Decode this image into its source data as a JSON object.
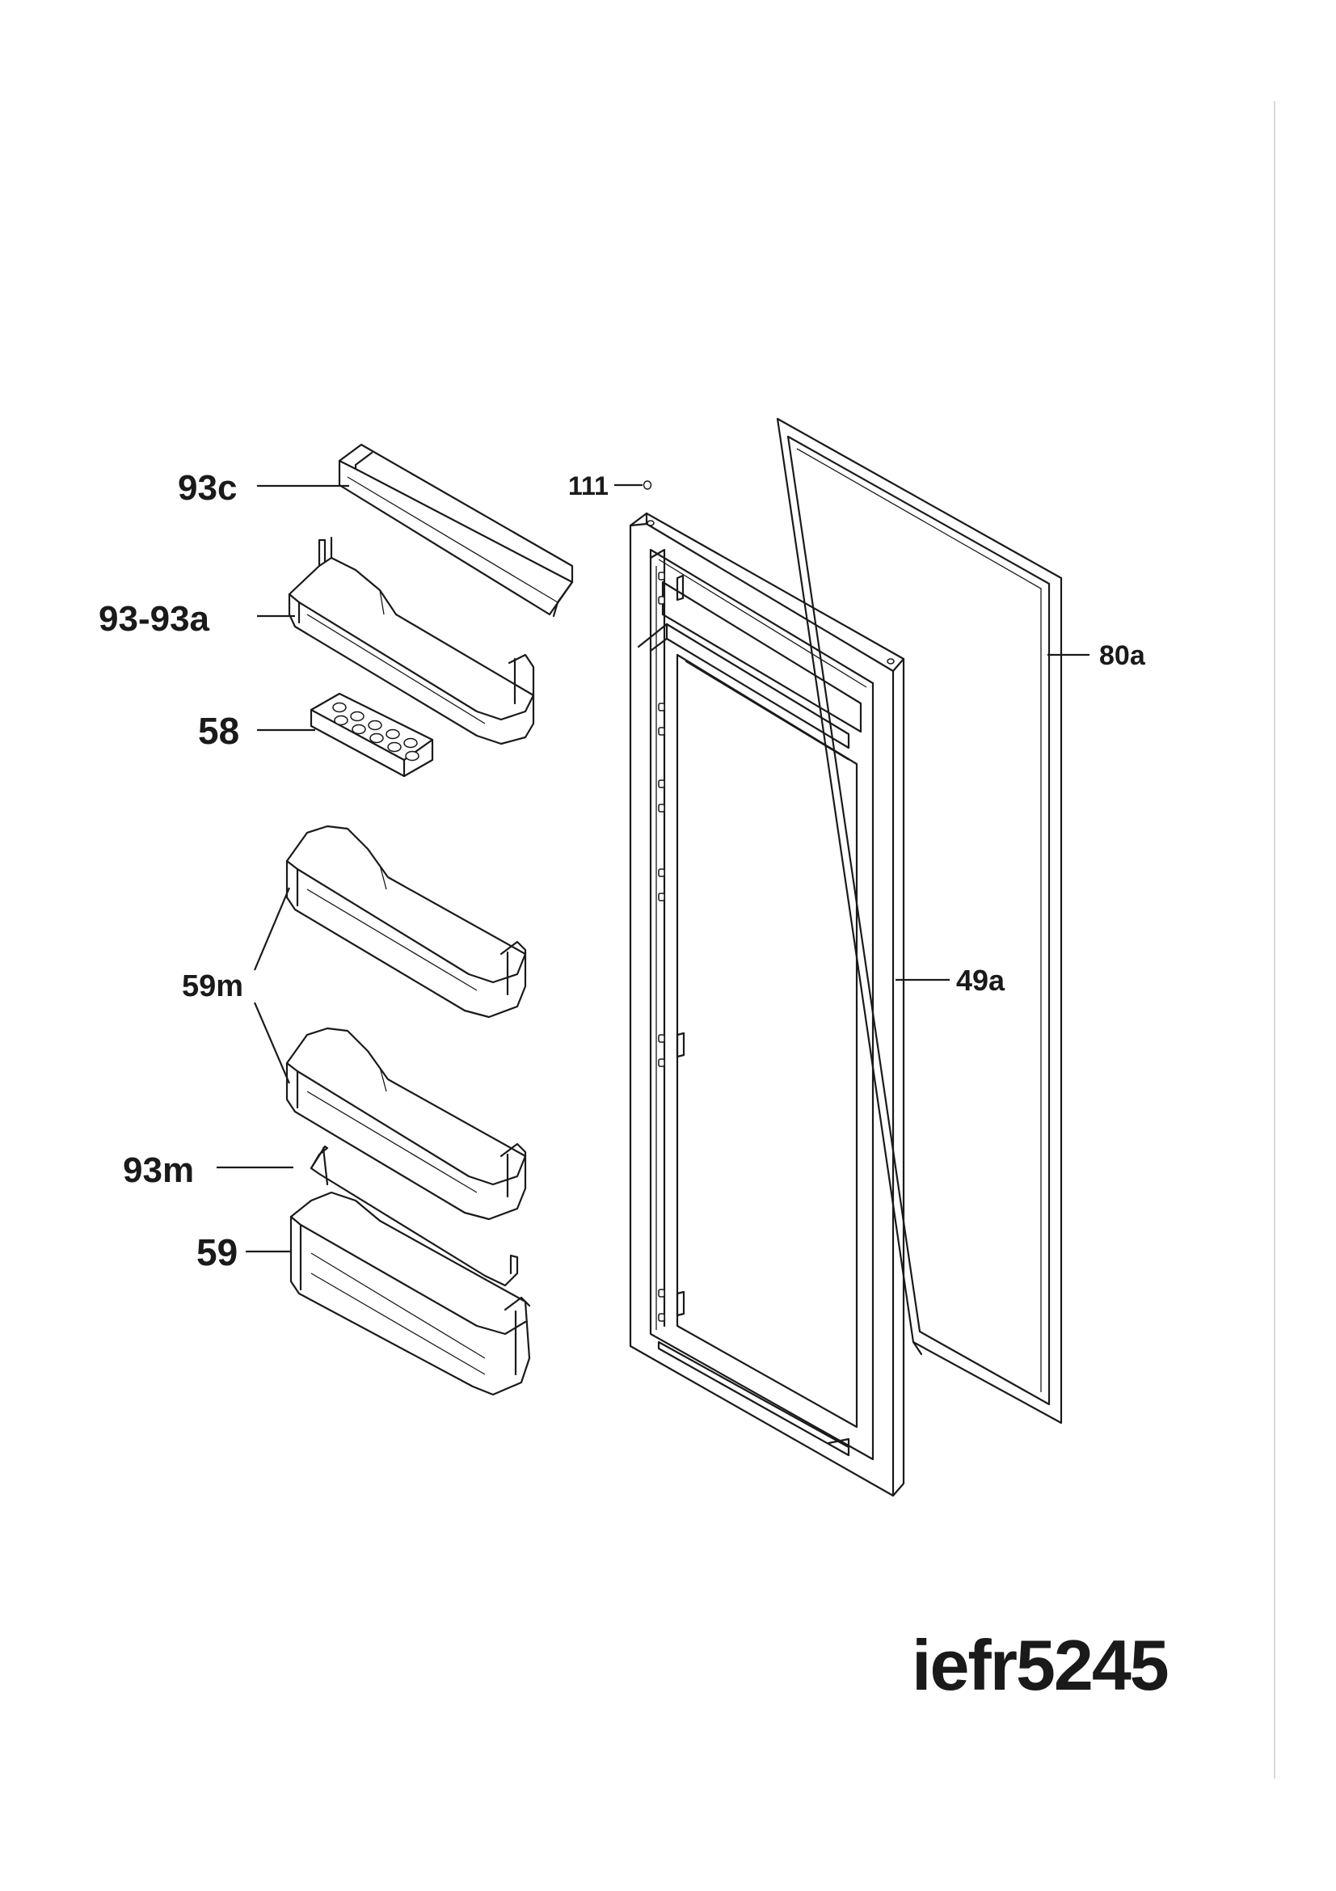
{
  "callouts": {
    "c93c": "93c",
    "c93_93a": "93-93a",
    "c58": "58",
    "c59m": "59m",
    "c93m": "93m",
    "c59": "59",
    "c111": "111",
    "c80a": "80a",
    "c49a": "49a"
  },
  "model_code": "iefr5245"
}
